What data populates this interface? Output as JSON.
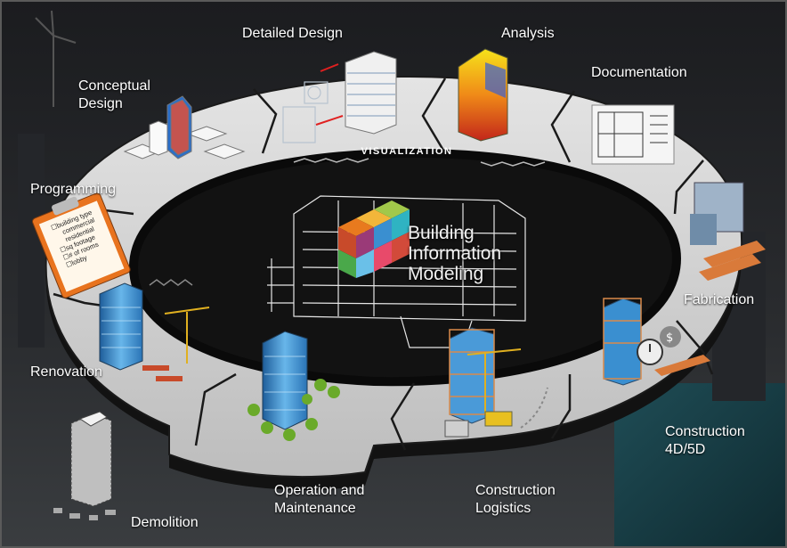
{
  "diagram": {
    "center_title": [
      "Building",
      "Information",
      "Modeling"
    ],
    "ring_label": "VISUALIZATION",
    "stages": {
      "detailed_design": "Detailed Design",
      "analysis": "Analysis",
      "documentation": "Documentation",
      "conceptual_design": [
        "Conceptual",
        "Design"
      ],
      "programming": "Programming",
      "fabrication": "Fabrication",
      "renovation": "Renovation",
      "construction_4d5d": [
        "Construction",
        "4D/5D"
      ],
      "operation_maintenance": [
        "Operation and",
        "Maintenance"
      ],
      "construction_logistics": [
        "Construction",
        "Logistics"
      ],
      "demolition": "Demolition"
    },
    "clipboard_checklist": [
      "☐building type",
      "commercial",
      "residential",
      "☐sq footage",
      "☐# of rooms",
      "☐lobby"
    ],
    "colors": {
      "ring": "#d9d9d9",
      "ring_edge": "#1a1a1a",
      "accent_orange": "#e8731e",
      "accent_blue": "#3a8fd0",
      "background": "#0e0f11"
    }
  }
}
